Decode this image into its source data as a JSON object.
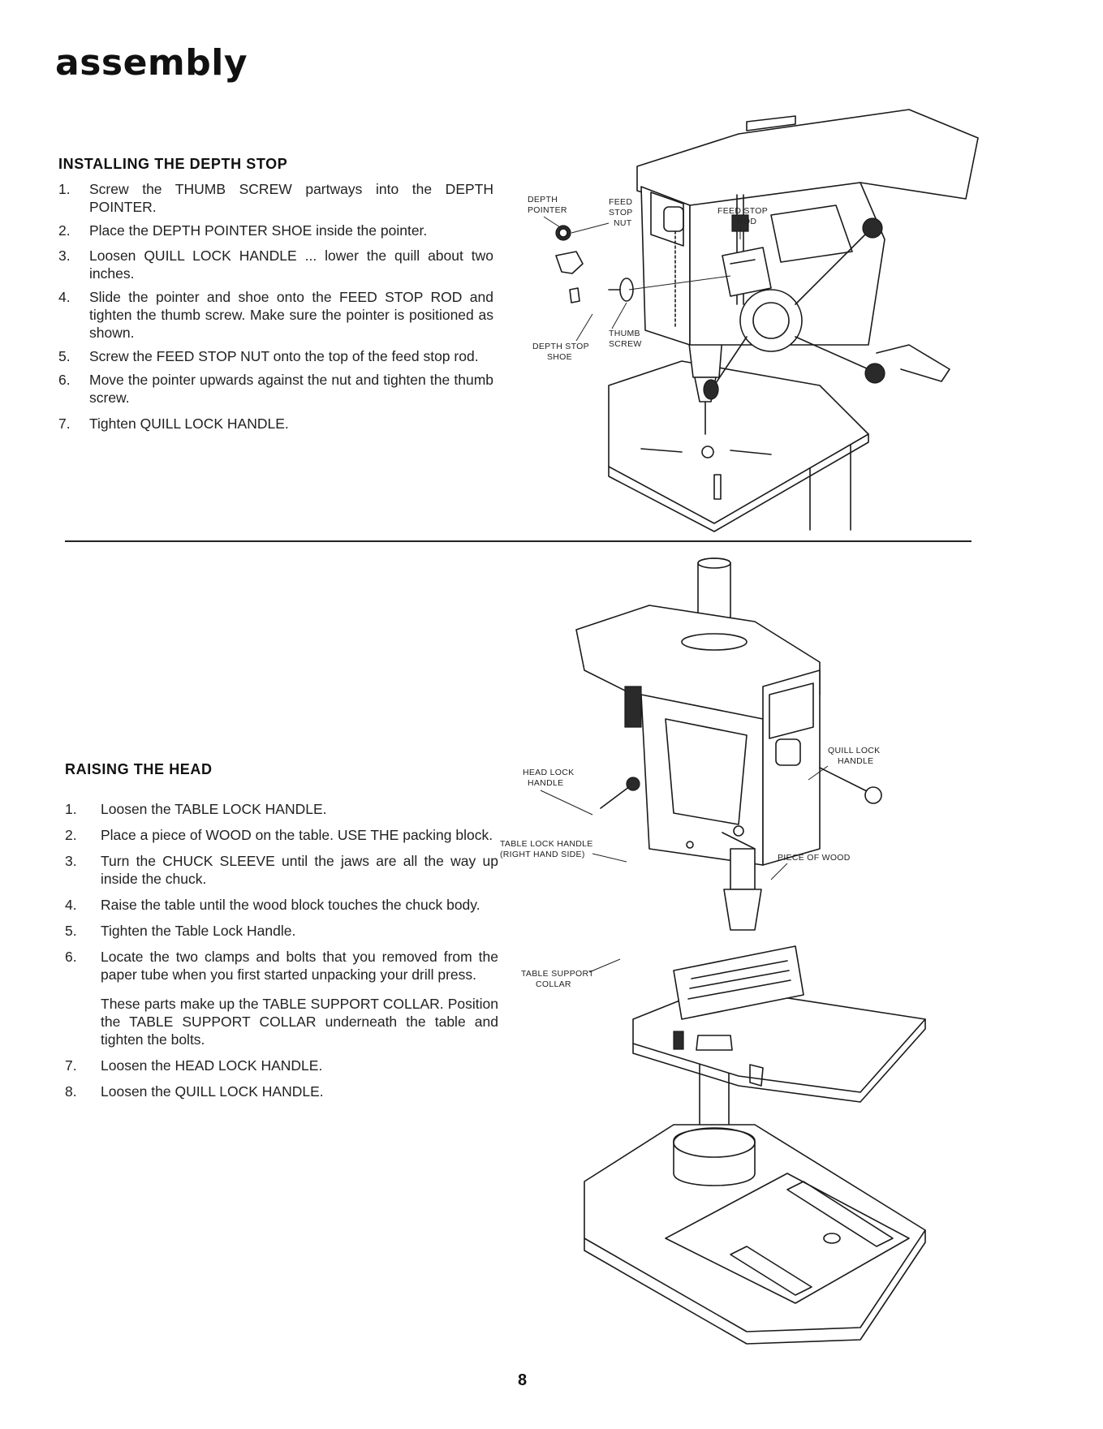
{
  "page": {
    "title": "assembly",
    "page_number": "8"
  },
  "depth_stop": {
    "heading": "INSTALLING THE DEPTH STOP",
    "steps": [
      {
        "num": "1.",
        "text": "Screw the THUMB SCREW partways into the DEPTH POINTER."
      },
      {
        "num": "2.",
        "text": "Place the DEPTH POINTER SHOE inside the pointer."
      },
      {
        "num": "3.",
        "text": "Loosen QUILL LOCK HANDLE ... lower the quill about two inches."
      },
      {
        "num": "4.",
        "text": "Slide the pointer and shoe onto the FEED STOP ROD and tighten the thumb screw. Make sure the pointer is positioned as shown."
      },
      {
        "num": "5.",
        "text": "Screw the FEED STOP NUT onto the top of the feed stop rod."
      },
      {
        "num": "6.",
        "text": "Move the pointer upwards against the nut and tighten the thumb screw."
      },
      {
        "num": "7.",
        "text": "Tighten QUILL LOCK HANDLE."
      }
    ],
    "figure_labels": {
      "depth_pointer": [
        "DEPTH",
        "POINTER"
      ],
      "feed_stop_nut": [
        "FEED",
        "STOP",
        "NUT"
      ],
      "feed_stop_rod": [
        "FEED STOP",
        "ROD"
      ],
      "thumb_screw": [
        "THUMB",
        "SCREW"
      ],
      "depth_stop_shoe": [
        "DEPTH STOP",
        "SHOE"
      ]
    }
  },
  "raising_head": {
    "heading": "RAISING THE HEAD",
    "steps": [
      {
        "num": "1.",
        "text": "Loosen the TABLE LOCK HANDLE."
      },
      {
        "num": "2.",
        "text": "Place a piece of WOOD on the table. USE THE packing block."
      },
      {
        "num": "3.",
        "text": "Turn the CHUCK SLEEVE until the jaws are all the way up inside the chuck."
      },
      {
        "num": "4.",
        "text": "Raise the table until the wood block touches the chuck body."
      },
      {
        "num": "5.",
        "text": "Tighten the Table Lock Handle."
      },
      {
        "num": "6.",
        "text": "Locate the two clamps and bolts that you removed from the paper tube when you first started unpacking your drill press."
      }
    ],
    "step6_note": "These parts make up the TABLE SUPPORT COLLAR. Position the TABLE SUPPORT COLLAR underneath the table and tighten the bolts.",
    "steps_after": [
      {
        "num": "7.",
        "text": "Loosen the HEAD LOCK HANDLE."
      },
      {
        "num": "8.",
        "text": "Loosen the QUILL LOCK HANDLE."
      }
    ],
    "figure_labels": {
      "quill_lock_handle": [
        "QUILL LOCK",
        "HANDLE"
      ],
      "head_lock_handle": [
        "HEAD LOCK",
        "HANDLE"
      ],
      "table_lock_handle": [
        "TABLE LOCK HANDLE",
        "(RIGHT HAND SIDE)"
      ],
      "piece_of_wood": [
        "PIECE OF WOOD"
      ],
      "table_support_collar": [
        "TABLE SUPPORT",
        "COLLAR"
      ]
    }
  }
}
